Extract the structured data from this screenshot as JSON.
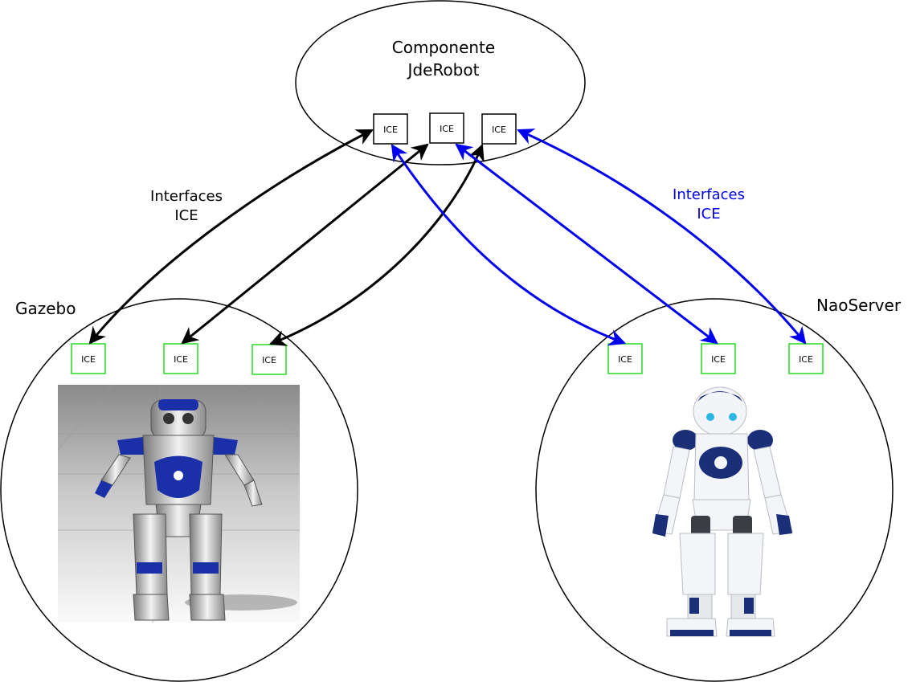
{
  "component": {
    "line1": "Componente",
    "line2": "JdeRobot"
  },
  "gazebo": {
    "label": "Gazebo"
  },
  "naoserver": {
    "label": "NaoServer"
  },
  "ice_label": "ICE",
  "left_link_label": {
    "line1": "Interfaces",
    "line2": "ICE"
  },
  "right_link_label": {
    "line1": "Interfaces",
    "line2": "ICE"
  },
  "colors": {
    "black_link": "#000000",
    "blue_link": "#0000ee",
    "green_box": "#22dd22",
    "robot_blue": "#1a2fa8"
  },
  "icons": {
    "gazebo_robot": "simulated-nao-robot-icon",
    "real_robot": "nao-robot-icon"
  }
}
